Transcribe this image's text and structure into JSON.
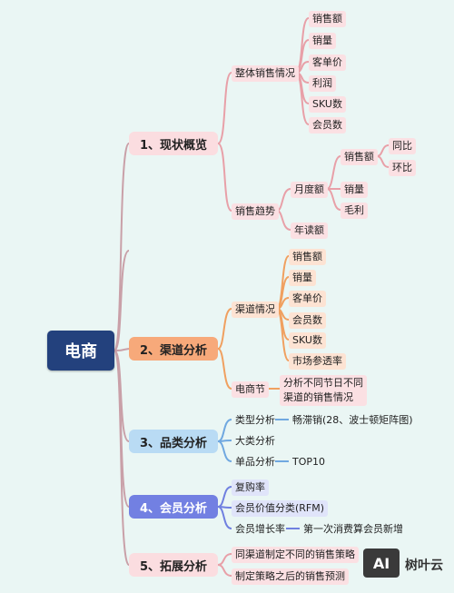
{
  "root": {
    "label": "电商"
  },
  "branches": {
    "b1": {
      "label": "1、现状概览",
      "overall": {
        "label": "整体销售情况",
        "items": [
          "销售额",
          "销量",
          "客单价",
          "利润",
          "SKU数",
          "会员数"
        ]
      },
      "trend": {
        "label": "销售趋势",
        "monthly": {
          "label": "月度额",
          "sales": "销售额",
          "yoy": "同比",
          "mom": "环比",
          "volume": "销量",
          "margin": "毛利"
        },
        "yearly": "年读额"
      }
    },
    "b2": {
      "label": "2、渠道分析",
      "channel": {
        "label": "渠道情况",
        "items": [
          "销售额",
          "销量",
          "客单价",
          "会员数",
          "SKU数",
          "市场参透率"
        ]
      },
      "festival": {
        "label": "电商节",
        "desc": "分析不同节日不同\n渠道的销售情况"
      }
    },
    "b3": {
      "label": "3、品类分析",
      "type": {
        "label": "类型分析",
        "desc": "畅滞销(28、波士顿矩阵图)"
      },
      "large": {
        "label": "大类分析"
      },
      "single": {
        "label": "单品分析",
        "desc": "TOP10"
      }
    },
    "b4": {
      "label": "4、会员分析",
      "repurchase": "复购率",
      "value": "会员价值分类(RFM)",
      "growth": {
        "label": "会员增长率",
        "desc": "第一次消费算会员新增"
      }
    },
    "b5": {
      "label": "5、拓展分析",
      "items": [
        "同渠道制定不同的销售策略",
        "制定策略之后的销售预测"
      ]
    }
  },
  "watermark": {
    "logo": "AI",
    "brand": "树叶云"
  },
  "colors": {
    "pink": "#e8a0a8",
    "orange": "#f0a060",
    "blue": "#70a8e0",
    "purple": "#7080e0",
    "root": "#23417d"
  }
}
